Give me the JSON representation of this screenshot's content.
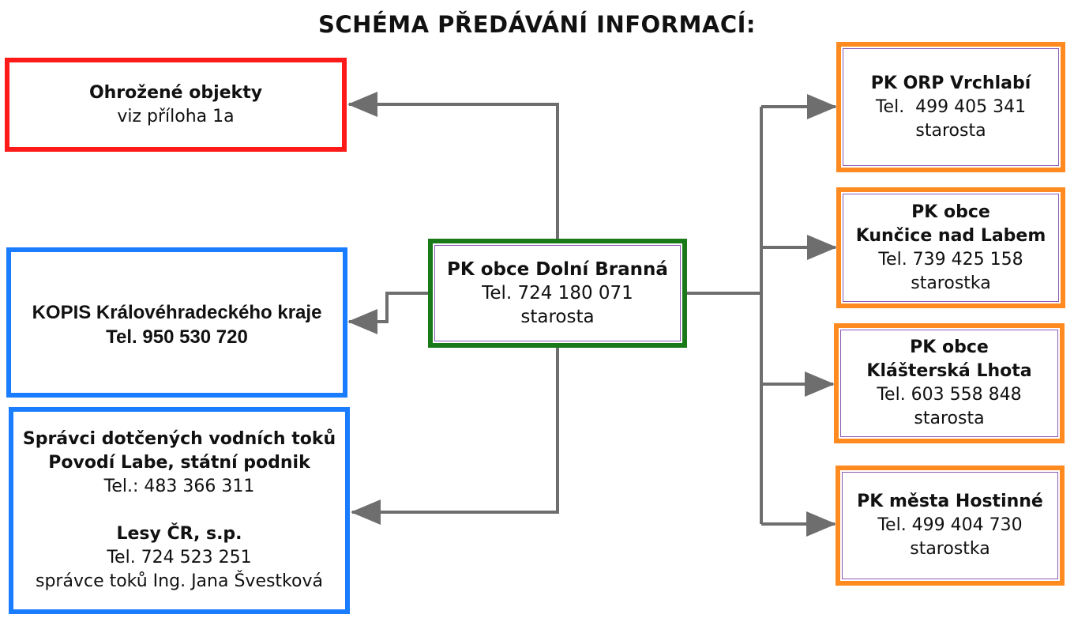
{
  "title": "SCHÉMA PŘEDÁVÁNÍ INFORMACÍ:",
  "colors": {
    "red": "#ff1a1a",
    "blue": "#1a7dff",
    "green": "#1a7a1a",
    "orange": "#ff8a1f",
    "connector": "#6e6e6e"
  },
  "center": {
    "name": "PK obce Dolní Branná",
    "phone": "Tel. 724 180 071",
    "role": "starosta"
  },
  "threatened": {
    "name": "Ohrožené objekty",
    "note": "viz příloha 1a"
  },
  "kopis": {
    "name": "KOPIS Královéhradeckého kraje",
    "phone": "Tel. 950 530 720"
  },
  "rivers": {
    "heading": "Správci dotčených vodních toků",
    "org1": "Povodí Labe, státní podnik",
    "org1_phone": "Tel.: 483 366 311",
    "org2": "Lesy ČR, s.p.",
    "org2_phone": "Tel. 724 523 251",
    "org2_contact": "správce toků Ing. Jana Švestková"
  },
  "right_boxes": {
    "vrchlabi": {
      "line1": "PK ORP Vrchlabí",
      "phone": "Tel.  499 405 341",
      "role": "starosta"
    },
    "kuncice": {
      "line1": "PK obce",
      "line2": "Kunčice nad Labem",
      "phone": "Tel. 739 425 158",
      "role": "starostka"
    },
    "klasterska": {
      "line1": "PK obce",
      "line2": "Klášterská Lhota",
      "phone": "Tel. 603 558 848",
      "role": "starosta"
    },
    "hostinne": {
      "line1": "PK města Hostinné",
      "phone": "Tel. 499 404 730",
      "role": "starostka"
    }
  }
}
